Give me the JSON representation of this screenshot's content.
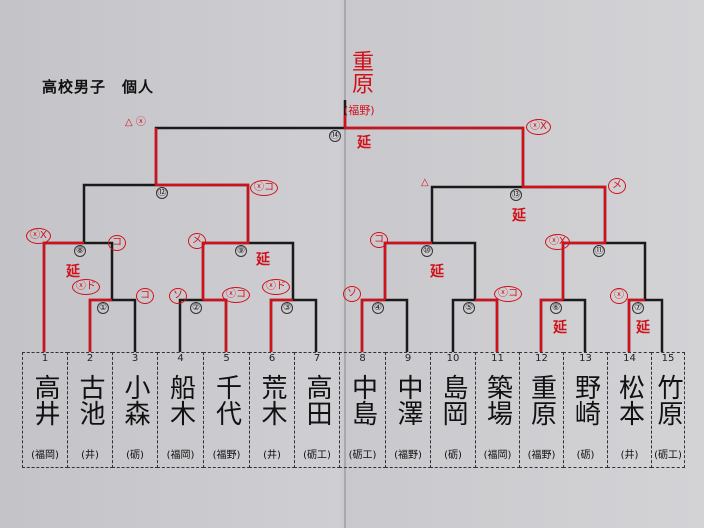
{
  "title": "高校男子　個人",
  "champion": {
    "name": "重原",
    "school": "(福野)"
  },
  "players": [
    {
      "no": "1",
      "name": "高井",
      "school": "(福岡)"
    },
    {
      "no": "2",
      "name": "古池",
      "school": "(井)"
    },
    {
      "no": "3",
      "name": "小森",
      "school": "(砺)"
    },
    {
      "no": "4",
      "name": "船木",
      "school": "(福岡)"
    },
    {
      "no": "5",
      "name": "千代",
      "school": "(福野)"
    },
    {
      "no": "6",
      "name": "荒木",
      "school": "(井)"
    },
    {
      "no": "7",
      "name": "高田",
      "school": "(砺工)"
    },
    {
      "no": "8",
      "name": "中島",
      "school": "(砺工)"
    },
    {
      "no": "9",
      "name": "中澤",
      "school": "(福野)"
    },
    {
      "no": "10",
      "name": "島岡",
      "school": "(砺)"
    },
    {
      "no": "11",
      "name": "築場",
      "school": "(福岡)"
    },
    {
      "no": "12",
      "name": "重原",
      "school": "(福野)"
    },
    {
      "no": "13",
      "name": "野崎",
      "school": "(砺)"
    },
    {
      "no": "14",
      "name": "松本",
      "school": "(井)"
    },
    {
      "no": "15",
      "name": "竹原",
      "school": "(砺工)"
    }
  ],
  "matches": [
    "①",
    "②",
    "③",
    "④",
    "⑤",
    "⑥",
    "⑦",
    "⑧",
    "⑨",
    "⑩",
    "⑪",
    "⑫",
    "⑬",
    "⑭"
  ],
  "annotations": {
    "extension": "延",
    "marks": [
      "△ ⓧ",
      "ⓧコ",
      "ⓧX",
      "コ",
      "ⓧド",
      "コ",
      "メ",
      "ソ",
      "ⓧコ",
      "ⓧド",
      "ⓧX",
      "△",
      "メ",
      "コ",
      "ソ",
      "ⓧコ",
      "ⓧX",
      "ⓧ"
    ]
  }
}
